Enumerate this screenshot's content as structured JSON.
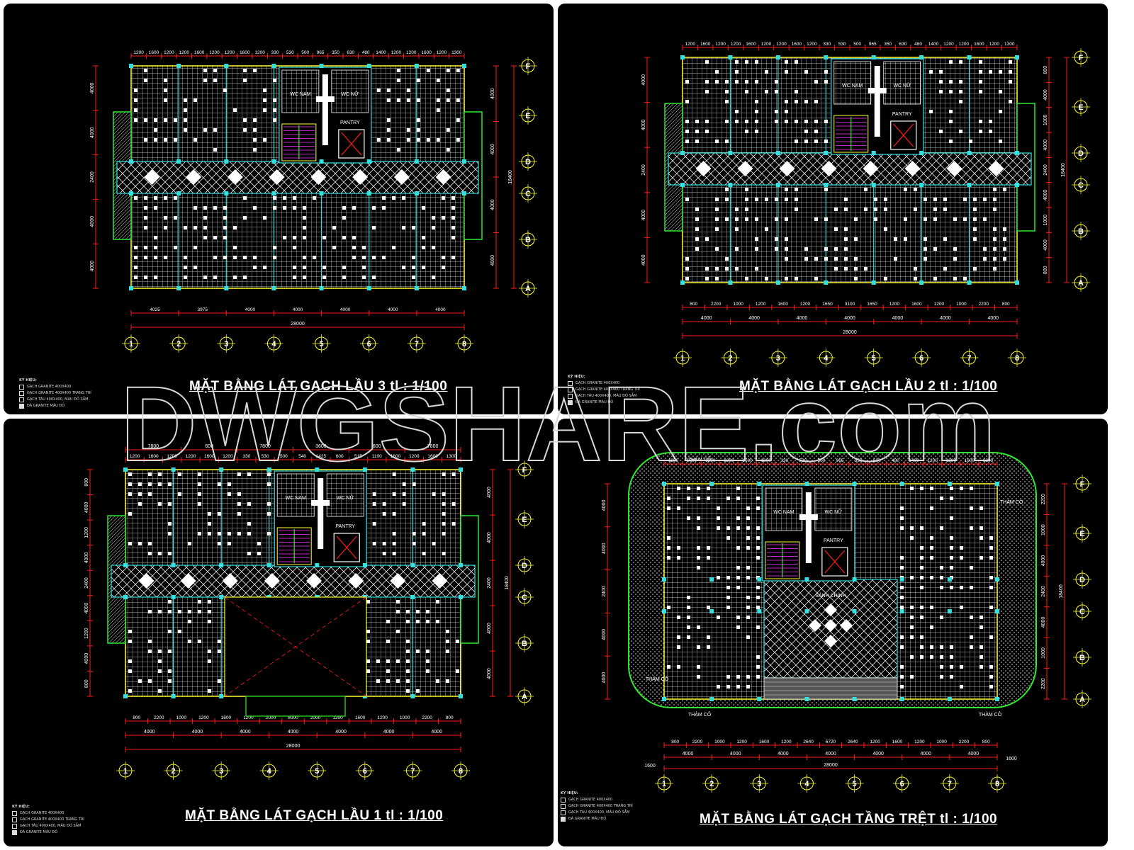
{
  "panels": [
    {
      "id": "lau3",
      "title": "MẶT BẰNG LÁT GẠCH LẦU 3 tl : 1/100",
      "top_dims": [
        "1200",
        "1600",
        "1200",
        "1200",
        "1600",
        "1200",
        "1200",
        "1600",
        "1200",
        "330",
        "530",
        "500",
        "965",
        "350",
        "630",
        "480",
        "1400",
        "1200",
        "1200",
        "1600",
        "1200",
        "1300"
      ],
      "bottom_dims": [
        "4025",
        "3975",
        "4000",
        "4000",
        "4000",
        "4000",
        "4000"
      ],
      "overall": "28000",
      "left_dims": [
        "4000",
        "4000",
        "2400",
        "4000",
        "4000"
      ],
      "right_dims": [
        "4000",
        "4000",
        "4000",
        "4000"
      ],
      "right_total": "18400",
      "rooms": [
        "WC NAM",
        "WC NỮ",
        "PANTRY"
      ]
    },
    {
      "id": "lau2",
      "title": "MẶT BẰNG LÁT GẠCH LẦU 2 tl : 1/100",
      "top_dims": [
        "1200",
        "1600",
        "1200",
        "1200",
        "1600",
        "1200",
        "1200",
        "1600",
        "1200",
        "330",
        "530",
        "500",
        "965",
        "350",
        "630",
        "480",
        "1400",
        "1200",
        "1200",
        "1600",
        "1200",
        "1300"
      ],
      "bottom_dims": [
        "800",
        "2200",
        "1000",
        "1200",
        "1600",
        "1200",
        "1650",
        "3100",
        "1650",
        "1200",
        "1600",
        "1200",
        "1000",
        "2200",
        "800"
      ],
      "bottom_dims2": [
        "4000",
        "4000",
        "4000",
        "4000",
        "4000",
        "4000",
        "4000"
      ],
      "overall": "28000",
      "left_dims": [
        "4000",
        "4000",
        "2400",
        "4000",
        "4000"
      ],
      "right_dims": [
        "800",
        "4000",
        "1000",
        "4000",
        "2400",
        "4000",
        "1000",
        "4000",
        "800"
      ],
      "right_total": "18400",
      "rooms": [
        "WC NAM",
        "WC NỮ",
        "PANTRY"
      ]
    },
    {
      "id": "lau1",
      "title": "MẶT BẰNG LÁT GẠCH LẦU 1 tl : 1/100",
      "top_dims0": [
        "7800",
        "600",
        "7800",
        "3600",
        "600",
        "7800"
      ],
      "top_dims": [
        "1200",
        "1600",
        "1200",
        "1200",
        "1600",
        "1200",
        "330",
        "530",
        "500",
        "540",
        "1425",
        "600",
        "515",
        "1100",
        "1600",
        "1200",
        "1600",
        "1300"
      ],
      "bottom_dims": [
        "800",
        "2200",
        "1000",
        "1200",
        "1600",
        "1200",
        "2000",
        "8000",
        "2000",
        "1200",
        "1600",
        "1200",
        "1000",
        "2200",
        "800"
      ],
      "bottom_dims2": [
        "4000",
        "4000",
        "4000",
        "4000",
        "4000",
        "4000",
        "4000"
      ],
      "overall": "28000",
      "left_dims": [
        "800",
        "4000",
        "1200",
        "4000",
        "2400",
        "4000",
        "1200",
        "4000",
        "800"
      ],
      "right_dims": [
        "4000",
        "4000",
        "2400",
        "4000",
        "4000"
      ],
      "right_total": "18400",
      "rooms": [
        "WC NAM",
        "WC NỮ",
        "PANTRY"
      ]
    },
    {
      "id": "tret",
      "title": "MẶT BẰNG LÁT GẠCH TẦNG TRỆT tl : 1/100",
      "top_dims": [
        "1200",
        "1600",
        "1200",
        "1200",
        "1600",
        "1200",
        "330",
        "530",
        "500",
        "965",
        "350",
        "630",
        "480",
        "1400",
        "1200",
        "1200",
        "1600",
        "1300"
      ],
      "bottom_dims": [
        "800",
        "2200",
        "1000",
        "1200",
        "1600",
        "1200",
        "2640",
        "6720",
        "2640",
        "1200",
        "1600",
        "1200",
        "1000",
        "2200",
        "800"
      ],
      "bottom_dims2": [
        "4000",
        "4000",
        "4000",
        "4000",
        "4000",
        "4000",
        "4000"
      ],
      "overall": "28000",
      "side_dim": "1600",
      "left_dims": [
        "4000",
        "4000",
        "2400",
        "4000",
        "4000"
      ],
      "right_dims": [
        "2200",
        "1000",
        "4000",
        "2400",
        "4000",
        "1000",
        "2200"
      ],
      "right_total": "18400",
      "rooms": [
        "WC NAM",
        "WC NỮ",
        "PANTRY",
        "SẢNH CHÍNH"
      ],
      "grass": [
        "THẢM CỎ",
        "THẢM CỎ",
        "THẢM CỎ",
        "THẢM CỎ",
        "THẢM CỎ"
      ]
    }
  ],
  "axes_numbers": [
    "1",
    "2",
    "3",
    "4",
    "5",
    "6",
    "7",
    "8"
  ],
  "axes_letters": [
    "F",
    "E",
    "D",
    "C",
    "B",
    "A"
  ],
  "legend": {
    "heading": "KÝ HIỆU:",
    "items": [
      "GẠCH GRANITE 400X400",
      "GẠCH GRANITE 400X400 TRANG TRÍ",
      "GẠCH TÀU 400X400, MÀU ĐỎ SẪM",
      "ĐÁ GRANITE MÀU ĐỎ"
    ]
  },
  "watermark": "DWGSHARE.com",
  "colors": {
    "red": "#ff1a1a",
    "yellow": "#ffff33",
    "cyan": "#33e0e0",
    "green": "#2ee82e",
    "white": "#ffffff",
    "magenta": "#ff33ff",
    "background": "#000000"
  }
}
